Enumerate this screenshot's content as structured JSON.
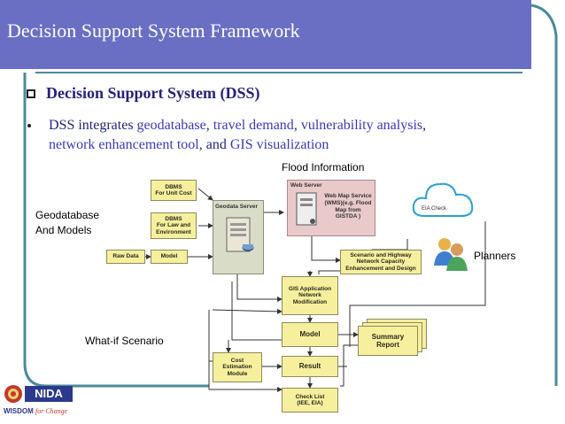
{
  "slide": {
    "title": "Decision Support System Framework",
    "bullet1": "Decision Support System (DSS)",
    "bullet2": {
      "p1": "DSS integrates ",
      "k1": "geodatabase",
      "s1": ", ",
      "k2": "travel demand",
      "s2": ", ",
      "k3": "vulnerability analysis",
      "s3": ",",
      "k4": "network enhancement tool",
      "s4": ", and ",
      "k5": "GIS visualization"
    },
    "colors": {
      "title_bg": "#6a6fc4",
      "keyword": "#3a3ab8",
      "text": "#23237a",
      "frame": "#4a8a9a"
    }
  },
  "labels": {
    "flood": "Flood Information",
    "geodatabase_1": "Geodatabase",
    "geodatabase_2": "And Models",
    "planners": "Planners",
    "whatif": "What-if Scenario"
  },
  "diagram": {
    "dbms_unit_cost": [
      "DBMS",
      "For Unit Cost"
    ],
    "dbms_law": [
      "DBMS",
      "For Law and",
      "Environment"
    ],
    "raw_data": "Raw Data",
    "model_left": "Model",
    "geodata_server": "Geodata Server",
    "web_server": "Web Server",
    "web_map_service": [
      "Web Map Service",
      "(WMS)(e.g. Flood",
      "Map from",
      "GISTDA )"
    ],
    "eia_check": "EIA Check",
    "scenario": [
      "Scenario and Highway",
      "Network Capacity",
      "Enhancement and Design"
    ],
    "gis_app": [
      "GIS Application",
      "Network",
      "Modification"
    ],
    "model_center": "Model",
    "summary": [
      "Summary",
      "Report"
    ],
    "cost_est": [
      "Cost",
      "Estimation",
      "Module"
    ],
    "result": "Result",
    "checklist": [
      "Check List",
      "(IEE, EIA)"
    ]
  },
  "logo": {
    "name": "NIDA",
    "slogan_1": "WISDOM ",
    "slogan_2": "for Change"
  }
}
